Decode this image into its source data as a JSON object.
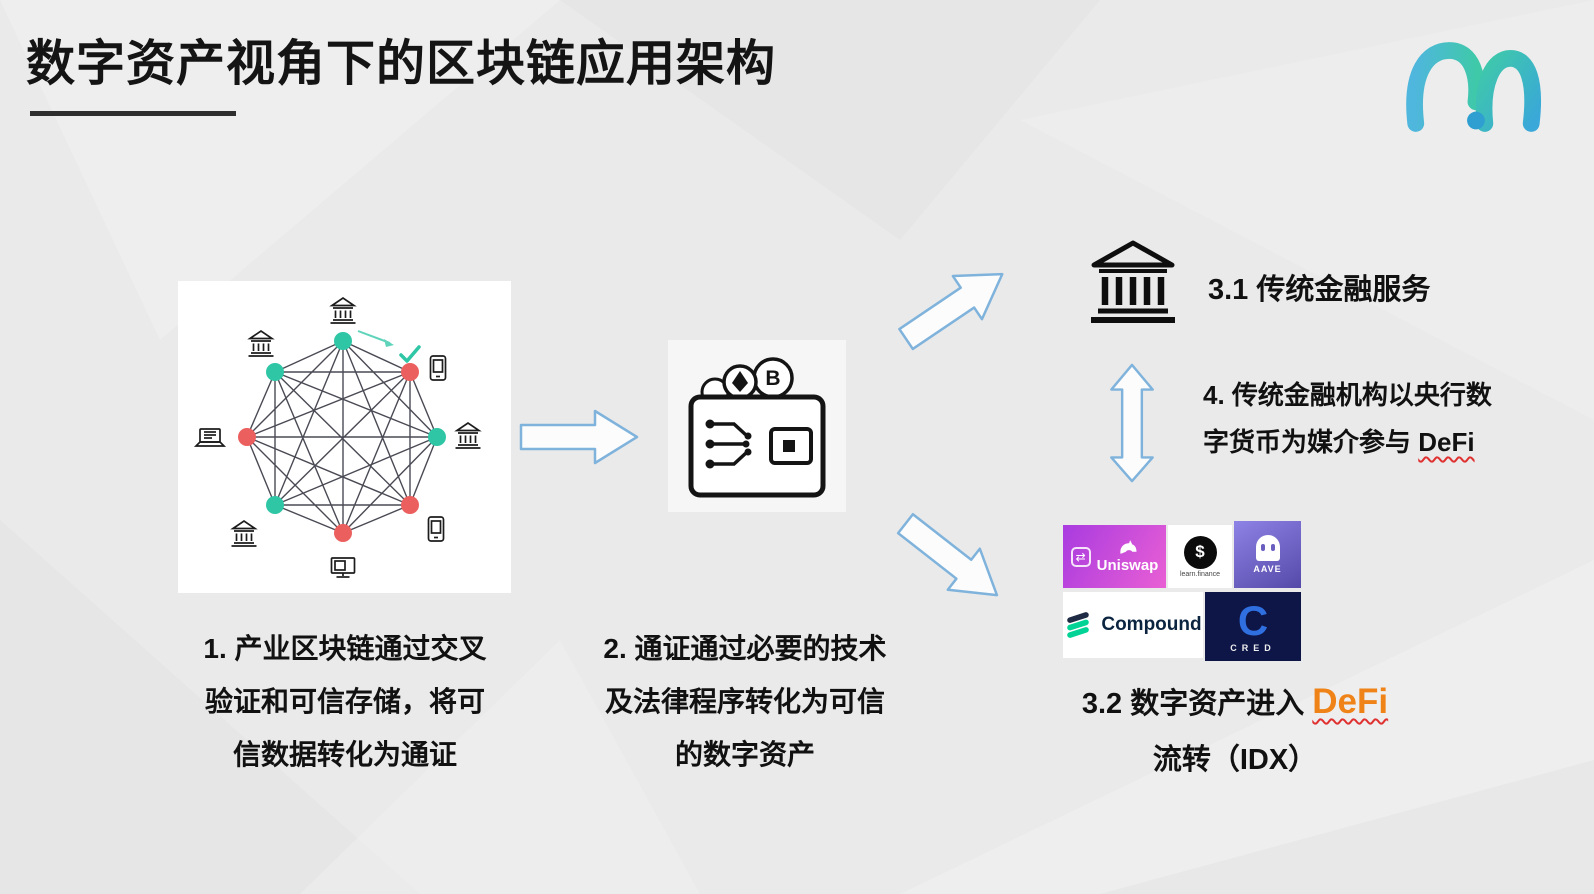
{
  "title": "数字资产视角下的区块链应用架构",
  "captions": {
    "step1_lines": [
      "1. 产业区块链通过交叉",
      "验证和可信存储，将可",
      "信数据转化为通证"
    ],
    "step2_lines": [
      "2. 通证通过必要的技术",
      "及法律程序转化为可信",
      "的数字资产"
    ],
    "step31": "3.1 传统金融服务",
    "step4_line1": "4. 传统金融机构以央行数",
    "step4_line2_prefix": "字货币为媒介参与 ",
    "step4_defi": "DeFi",
    "step32_prefix": "3.2 数字资产进入 ",
    "step32_defi": "DeFi",
    "step32_line2": "流转（IDX）"
  },
  "logos": {
    "uniswap": "Uniswap",
    "yearn": "learn.finance",
    "aave": "AAVE",
    "compound": "Compound",
    "cred_letter": "C",
    "cred": "CRED"
  },
  "icon_glyphs": {
    "swap": "⇄",
    "dollar": "$",
    "bitcoin_letter": "B"
  },
  "colors": {
    "node_teal": "#2fc6a6",
    "node_red": "#ec5f5f",
    "arrow_outline": "#7fb3dc",
    "defi_orange": "#ef8318",
    "wavy_red": "#e03131",
    "logo_blue": "#4fb6dd",
    "logo_teal": "#3fc9a9",
    "compound_green": "#00d395"
  }
}
